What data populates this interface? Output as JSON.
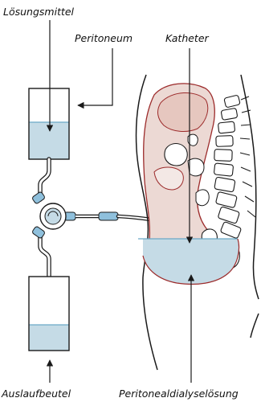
{
  "labels": {
    "solution": "Lösungsmittel",
    "peritoneum": "Peritoneum",
    "catheter": "Katheter",
    "drain_bag": "Auslaufbeutel",
    "dialysis_fluid": "Peritonealdialyselösung"
  },
  "colors": {
    "fluid": "#c5dbe6",
    "fluid_line": "#6aa9c6",
    "organ": "#ecd9d4",
    "organ_line": "#9c2b2b",
    "outline": "#1a1a1a",
    "connector": "#8fc0dc"
  }
}
